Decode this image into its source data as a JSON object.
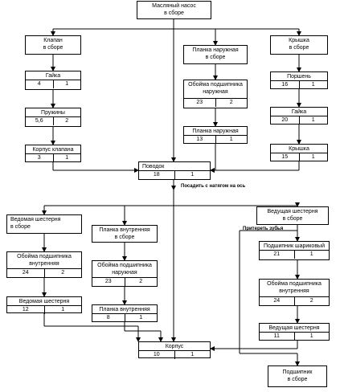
{
  "parts": {
    "pump": {
      "title": "Масляный насос\nв сборе"
    },
    "valve": {
      "title": "Клапан\nв сборе"
    },
    "nut1": {
      "title": "Гайка",
      "code": "4",
      "qty": "1"
    },
    "spring": {
      "title": "Пружины",
      "code": "5,6",
      "qty": "2"
    },
    "valve_body": {
      "title": "Корпус клапана",
      "code": "3",
      "qty": "1"
    },
    "outer_plate": {
      "title": "Планка наружная\nв сборе"
    },
    "outer_sleeve": {
      "title": "Обойма подшипника\nнаружная",
      "code": "23",
      "qty": "2"
    },
    "outer_plate_part": {
      "title": "Планка наружная",
      "code": "13",
      "qty": "1"
    },
    "cover": {
      "title": "Крышка\nв сборе"
    },
    "piston": {
      "title": "Поршень",
      "code": "16",
      "qty": "1"
    },
    "nut2": {
      "title": "Гайка",
      "code": "20",
      "qty": "1"
    },
    "cover_part": {
      "title": "Крышка",
      "code": "15",
      "qty": "1"
    },
    "leash": {
      "title": "Поводок",
      "code": "18",
      "qty": "1"
    },
    "driven_gear": {
      "title": "Ведомая шестерня\nв сборе"
    },
    "inner_sleeve": {
      "title": "Обойма подшипника\nвнутренняя",
      "code": "24",
      "qty": "2"
    },
    "driven_gear_part": {
      "title": "Ведомая шестерня",
      "code": "12",
      "qty": "1"
    },
    "inner_plate": {
      "title": "Планка внутренняя\nв сборе"
    },
    "outer_sleeve2": {
      "title": "Обойма подшипника\nнаружная",
      "code": "23",
      "qty": "2"
    },
    "inner_plate_part": {
      "title": "Планка внутренняя",
      "code": "8",
      "qty": "1"
    },
    "housing": {
      "title": "Корпус",
      "code": "10",
      "qty": "1"
    },
    "drive_gear": {
      "title": "Ведущая шестерня\nв сборе"
    },
    "ball_bearing": {
      "title": "Подшипник шариковый",
      "code": "21",
      "qty": "1"
    },
    "inner_sleeve2": {
      "title": "Обойма подшипника\nвнутренняя",
      "code": "24",
      "qty": "2"
    },
    "drive_gear_part": {
      "title": "Ведущая шестерня",
      "code": "11",
      "qty": "1"
    },
    "bearing_asm": {
      "title": "Подшипник\nв сборе"
    }
  },
  "notes": {
    "press_fit": "Посадить с натягом на ось",
    "lap": "Притереть зубья"
  }
}
